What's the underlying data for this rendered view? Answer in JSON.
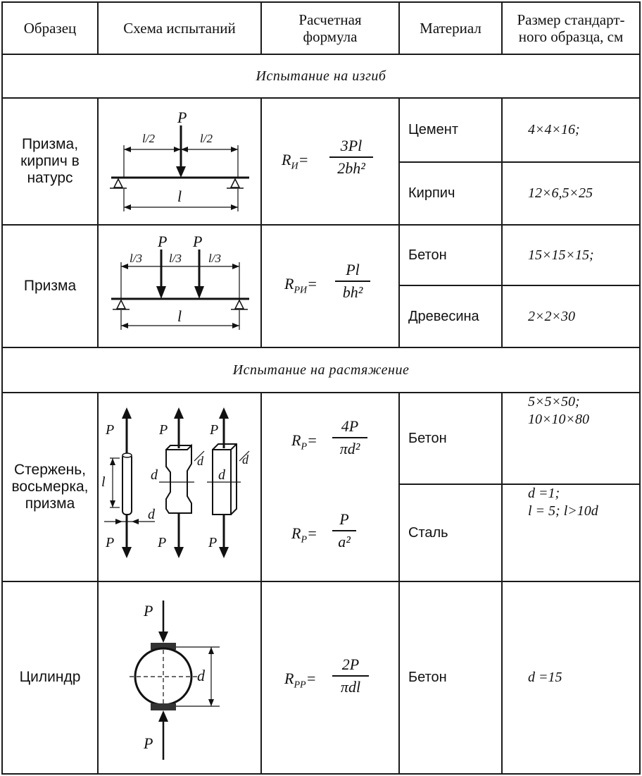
{
  "header": {
    "sample": "Образец",
    "scheme": "Схема испытаний",
    "formula_l1": "Расчетная",
    "formula_l2": "формула",
    "material": "Материал",
    "size_l1": "Размер стандарт-",
    "size_l2": "ного образца, см"
  },
  "sections": {
    "bending": "Испытание на изгиб",
    "tension": "Испытание на растяжение"
  },
  "rows": [
    {
      "sample_l1": "Призма,",
      "sample_l2": "кирпич в",
      "sample_l3": "натурс",
      "scheme": {
        "load": "P",
        "seg1": "l/2",
        "seg2": "l/2",
        "span": "l"
      },
      "formula": {
        "lhs": "R",
        "sub": "И",
        "num": "3Pl",
        "den": "2bh²"
      },
      "materials": [
        {
          "name": "Цемент",
          "size": "4×4×16;"
        },
        {
          "name": "Кирпич",
          "size": "12×6,5×25"
        }
      ]
    },
    {
      "sample_l1": "Призма",
      "scheme": {
        "load1": "P",
        "load2": "P",
        "seg1": "l/3",
        "seg2": "l/3",
        "seg3": "l/3",
        "span": "l"
      },
      "formula": {
        "lhs": "R",
        "sub": "РИ",
        "num": "Pl",
        "den": "bh²"
      },
      "materials": [
        {
          "name": "Бетон",
          "size": "15×15×15;"
        },
        {
          "name": "Древесина",
          "size": "2×2×30"
        }
      ]
    },
    {
      "sample_l1": "Стержень,",
      "sample_l2": "восьмерка,",
      "sample_l3": "призма",
      "scheme": {
        "load": "P",
        "length": "l",
        "dim": "d"
      },
      "formula1": {
        "lhs": "R",
        "sub": "P",
        "num": "4P",
        "den": "πd²"
      },
      "formula2": {
        "lhs": "R",
        "sub": "P",
        "num": "P",
        "den": "a²"
      },
      "materials": [
        {
          "name": "Бетон",
          "size_l1": "5×5×50;",
          "size_l2": "10×10×80"
        },
        {
          "name": "Сталь",
          "size_l1": "d =1;",
          "size_l2": "l = 5; l>10d"
        }
      ]
    },
    {
      "sample_l1": "Цилиндр",
      "scheme": {
        "load": "P",
        "dim": "d"
      },
      "formula": {
        "lhs": "R",
        "sub": "PP",
        "num": "2P",
        "den": "πdl"
      },
      "materials": [
        {
          "name": "Бетон",
          "size": "d =15"
        }
      ]
    }
  ]
}
